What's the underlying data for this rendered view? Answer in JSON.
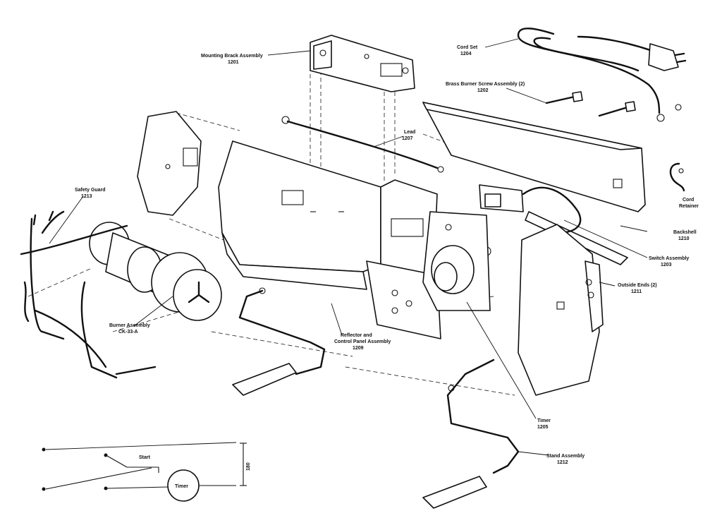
{
  "labels": {
    "mounting_bracket": "Mounting Brack Assembly",
    "mounting_bracket_no": "1201",
    "cord_set": "Cord Set",
    "cord_set_no": "1204",
    "screw": "Brass Burner Screw Assembly (2)",
    "screw_no": "1202",
    "lead": "Lead",
    "lead_no": "1207",
    "safety_guard": "Safety Guard",
    "safety_guard_no": "1213",
    "cord_retainer_1": "Cord",
    "cord_retainer_2": "Retainer",
    "backshell": "Backshell",
    "backshell_no": "1210",
    "switch": "Switch Assembly",
    "switch_no": "1203",
    "outside_ends": "Outside Ends (2)",
    "outside_ends_no": "1211",
    "burner": "Burner Assembly",
    "burner_no": "CK-33-A",
    "reflector_1": "Reflector and",
    "reflector_2": "Control Panel Assembly",
    "reflector_no": "1209",
    "timer": "Timer",
    "timer_no": "1205",
    "stand": "Stand Assembly",
    "stand_no": "1212"
  },
  "schematic": {
    "start": "Start",
    "timer": "Timer",
    "dimension": "180"
  }
}
